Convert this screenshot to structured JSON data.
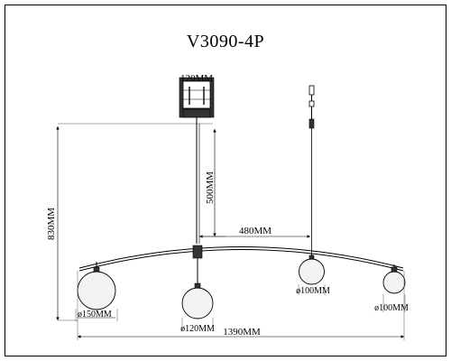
{
  "drawing": {
    "title": "V3090-4P",
    "dimensions": {
      "canopy_width": "120MM",
      "drop_length": "500MM",
      "total_height": "830MM",
      "arm_offset": "480MM",
      "total_width": "1390MM",
      "shade_left": "ø150MM",
      "shade_center": "ø120MM",
      "shade_right_inner": "ø100MM",
      "shade_right_outer": "ø100MM"
    }
  }
}
